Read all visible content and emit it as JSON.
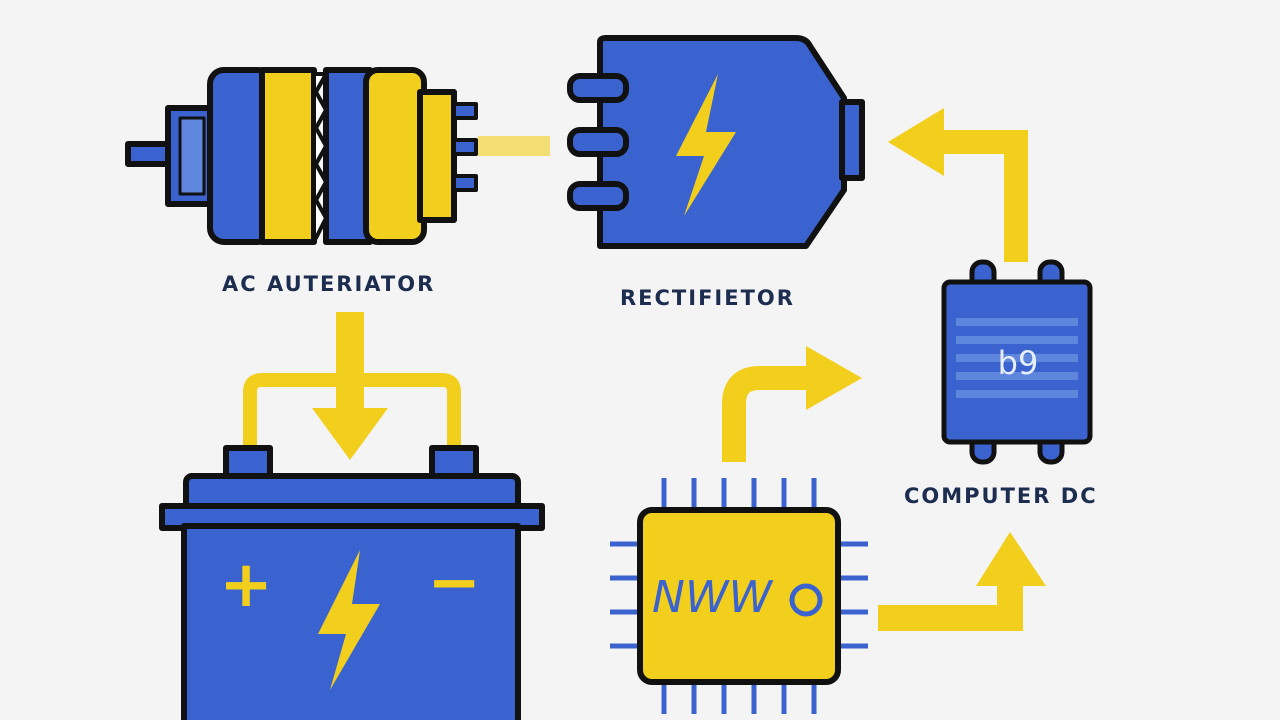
{
  "colors": {
    "background": "#f4f4f4",
    "blue": "#3a63cf",
    "yellow": "#f2cf1d",
    "outline": "#111111",
    "label_text": "#1d2d50"
  },
  "labels": {
    "alternator": "AC AUTERIATOR",
    "rectifier": "RECTIFIETOR",
    "computer": "COMPUTER DC"
  },
  "symbols": {
    "battery_plus": "+",
    "battery_minus": "−",
    "computer_screen": "b9",
    "chip_text": "NWW"
  },
  "icons": [
    "alternator-icon",
    "rectifier-icon",
    "battery-icon",
    "chip-icon",
    "computer-icon",
    "lightning-bolt-icon",
    "arrow-icon"
  ]
}
